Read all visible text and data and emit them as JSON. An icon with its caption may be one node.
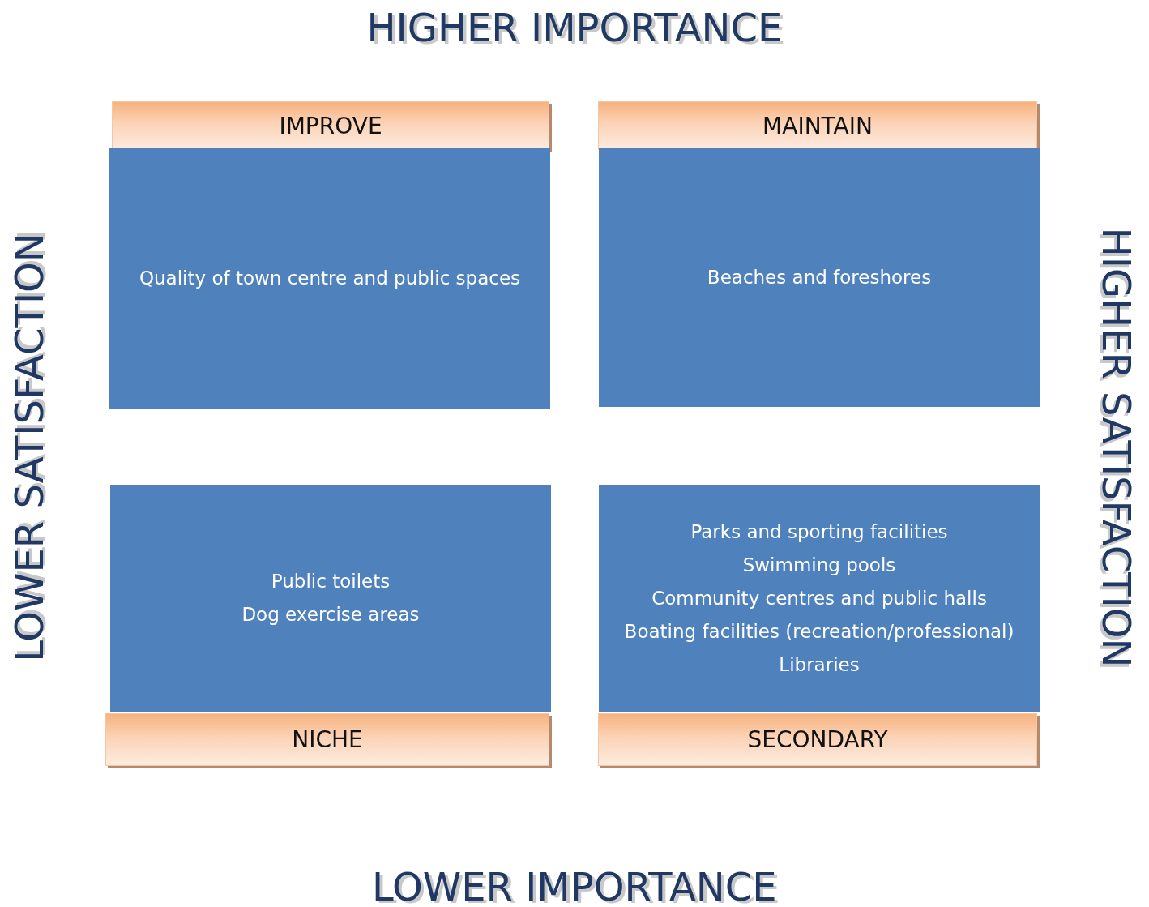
{
  "diagram": {
    "nodes": [
      {
        "text": [
          "IMPROVE"
        ]
      },
      {
        "text": [
          "MAINTAIN"
        ]
      },
      {
        "text": [
          "Quality of town centre and public spaces"
        ]
      },
      {
        "text": [
          "Beaches and foreshores"
        ]
      },
      {
        "text": [
          "Public toilets",
          "Dog exercise areas"
        ]
      },
      {
        "text": [
          "Parks and sporting facilities",
          "Swimming pools",
          "Community centres and public halls",
          "Boating facilities (recreation/professional)",
          "Libraries"
        ]
      },
      {
        "text": [
          "NICHE"
        ]
      },
      {
        "text": [
          "SECONDARY"
        ]
      }
    ],
    "edges": [],
    "labels": [
      "HIGHER IMPORTANCE",
      "LOWER SATISFACTION",
      "HIGHER SATISFACTION",
      "LOWER IMPORTANCE"
    ]
  }
}
